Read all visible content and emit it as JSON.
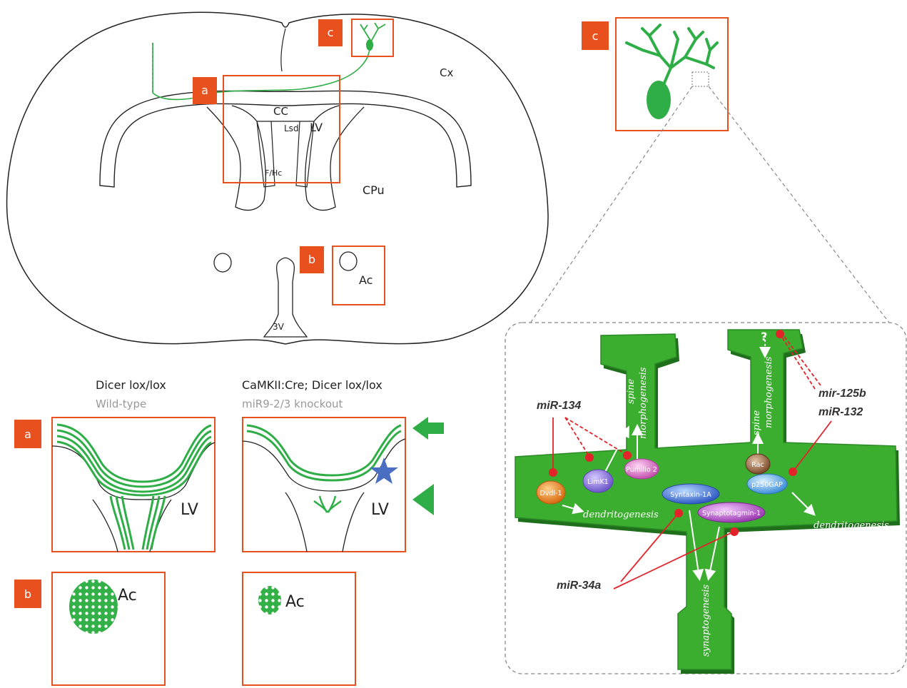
{
  "colors": {
    "accent_orange": "#e8501e",
    "neuron_green": "#2fae47",
    "spine_green": "#3cae2f",
    "inhibit_red": "#e3232a",
    "star_blue": "#4a6fc2"
  },
  "brain": {
    "regions": {
      "cx": "Cx",
      "cc": "CC",
      "lsd": "Lsd",
      "lv": "LV",
      "fhc": "F/Hc",
      "cpu": "CPu",
      "ac": "Ac",
      "v3": "3V"
    },
    "badges": {
      "a": "a",
      "b": "b",
      "c": "c"
    }
  },
  "comparison": {
    "left_title": "Dicer lox/lox",
    "left_subtitle": "Wild-type",
    "right_title": "CaMKII:Cre; Dicer lox/lox",
    "right_subtitle": "miR9-2/3 knockout",
    "badge_a": "a",
    "badge_b": "b",
    "lv_left": "LV",
    "lv_right": "LV",
    "ac_left": "Ac",
    "ac_right": "Ac"
  },
  "zoom": {
    "badge_c": "c"
  },
  "spine": {
    "mirnas": {
      "mir134": "miR-134",
      "mir125b": "mir-125b",
      "mir132": "miR-132",
      "mir34a": "miR-34a"
    },
    "proteins": {
      "limk1": "LimK1",
      "pumilio2": "Pumilio 2",
      "dvl1": "Dvdl-1",
      "rac": "Rac",
      "p250gap": "p250GAP",
      "syntaxin": "Syntaxin-1A",
      "synaptotagmin": "Synaptotagmin-1"
    },
    "processes": {
      "spine_morph_1a": "spine",
      "spine_morph_1b": "morphogenesis",
      "spine_morph_2a": "spine",
      "spine_morph_2b": "morphogenesis",
      "dendrito_left": "dendritogenesis",
      "dendrito_right": "dendritogenesis",
      "synapto": "synaptogenesis"
    },
    "unknown": "?"
  }
}
